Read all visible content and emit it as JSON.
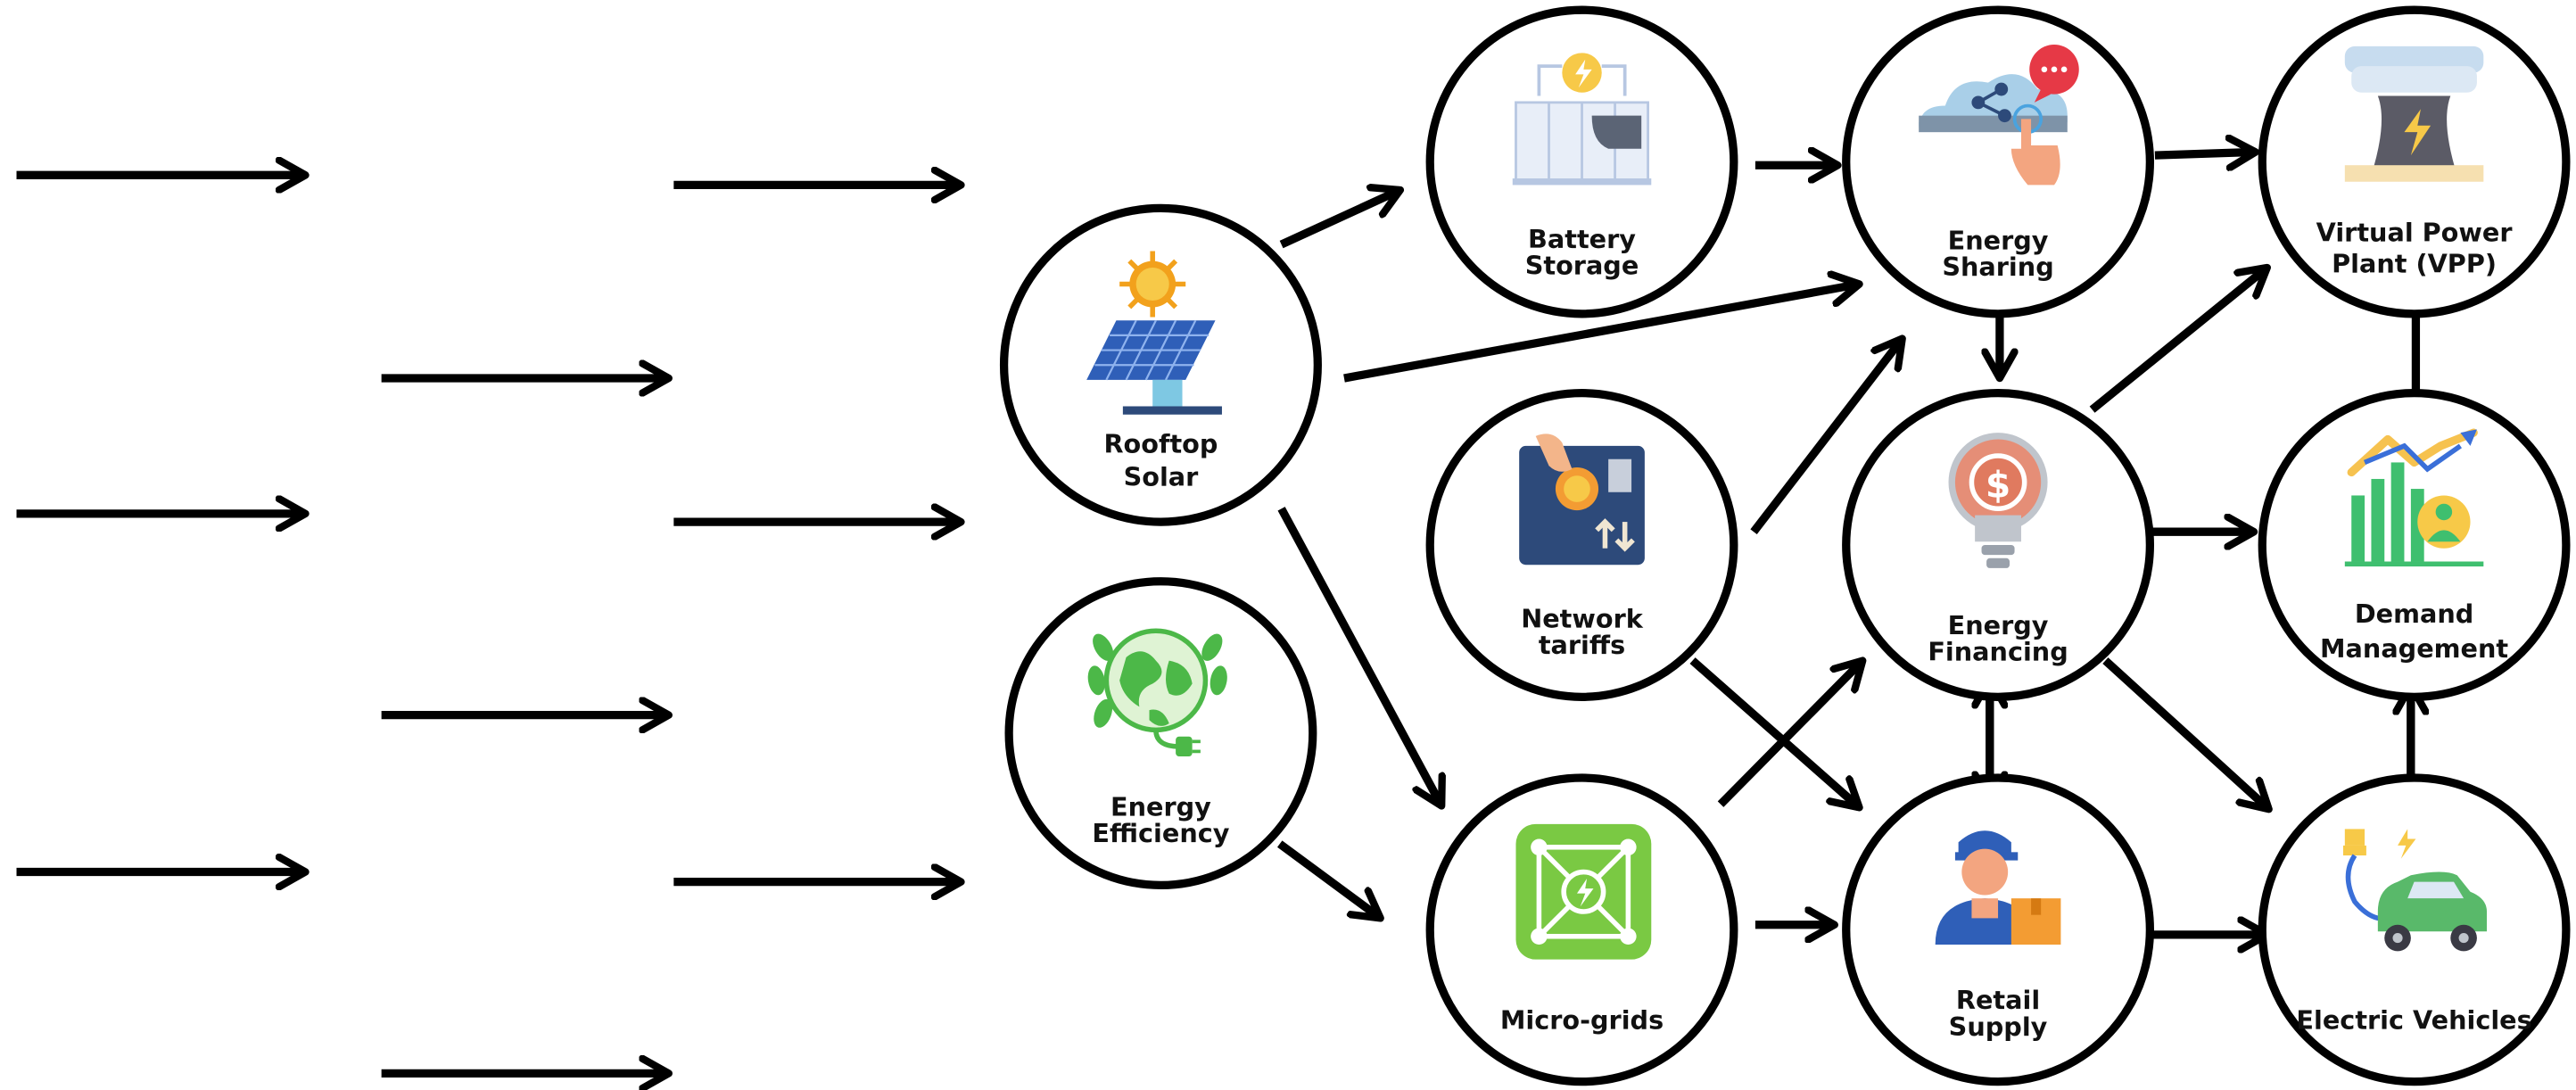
{
  "diagram": {
    "nodes": {
      "rooftop_solar": [
        "Rooftop",
        "Solar"
      ],
      "energy_efficiency": [
        "Energy",
        "Efficiency"
      ],
      "battery_storage": [
        "Battery",
        "Storage"
      ],
      "network_tariffs": [
        "Network",
        "tariffs"
      ],
      "micro_grids": [
        "Micro-grids"
      ],
      "energy_sharing": [
        "Energy",
        "Sharing"
      ],
      "energy_financing": [
        "Energy",
        "Financing"
      ],
      "retail_supply": [
        "Retail",
        "Supply"
      ],
      "virtual_power_plant": [
        "Virtual Power",
        "Plant (VPP)"
      ],
      "demand_management": [
        "Demand",
        "Management"
      ],
      "electric_vehicles": [
        "Electric Vehicles"
      ]
    },
    "icons": {
      "rooftop_solar": "solar-panel-icon",
      "energy_efficiency": "green-globe-plug-icon",
      "battery_storage": "battery-cabinet-icon",
      "network_tariffs": "meter-coin-icon",
      "micro_grids": "grid-square-icon",
      "energy_sharing": "cloud-share-icon",
      "energy_financing": "dollar-bulb-icon",
      "retail_supply": "delivery-worker-icon",
      "virtual_power_plant": "power-plant-icon",
      "demand_management": "growth-chart-icon",
      "electric_vehicles": "electric-car-icon"
    },
    "colors": {
      "stroke": "#000000",
      "solar_blue": "#2f5fb8",
      "sun_orange": "#f2a11c",
      "leaf_green": "#4cb848",
      "grid_green": "#7ac943",
      "navy": "#2d4a7a",
      "coin_orange": "#f39c33",
      "bubble_red": "#e63946",
      "bulb_salmon": "#e07a5f",
      "plant_grey": "#5b5b66",
      "chart_green": "#3fbf6f",
      "car_green": "#59b96a"
    }
  }
}
